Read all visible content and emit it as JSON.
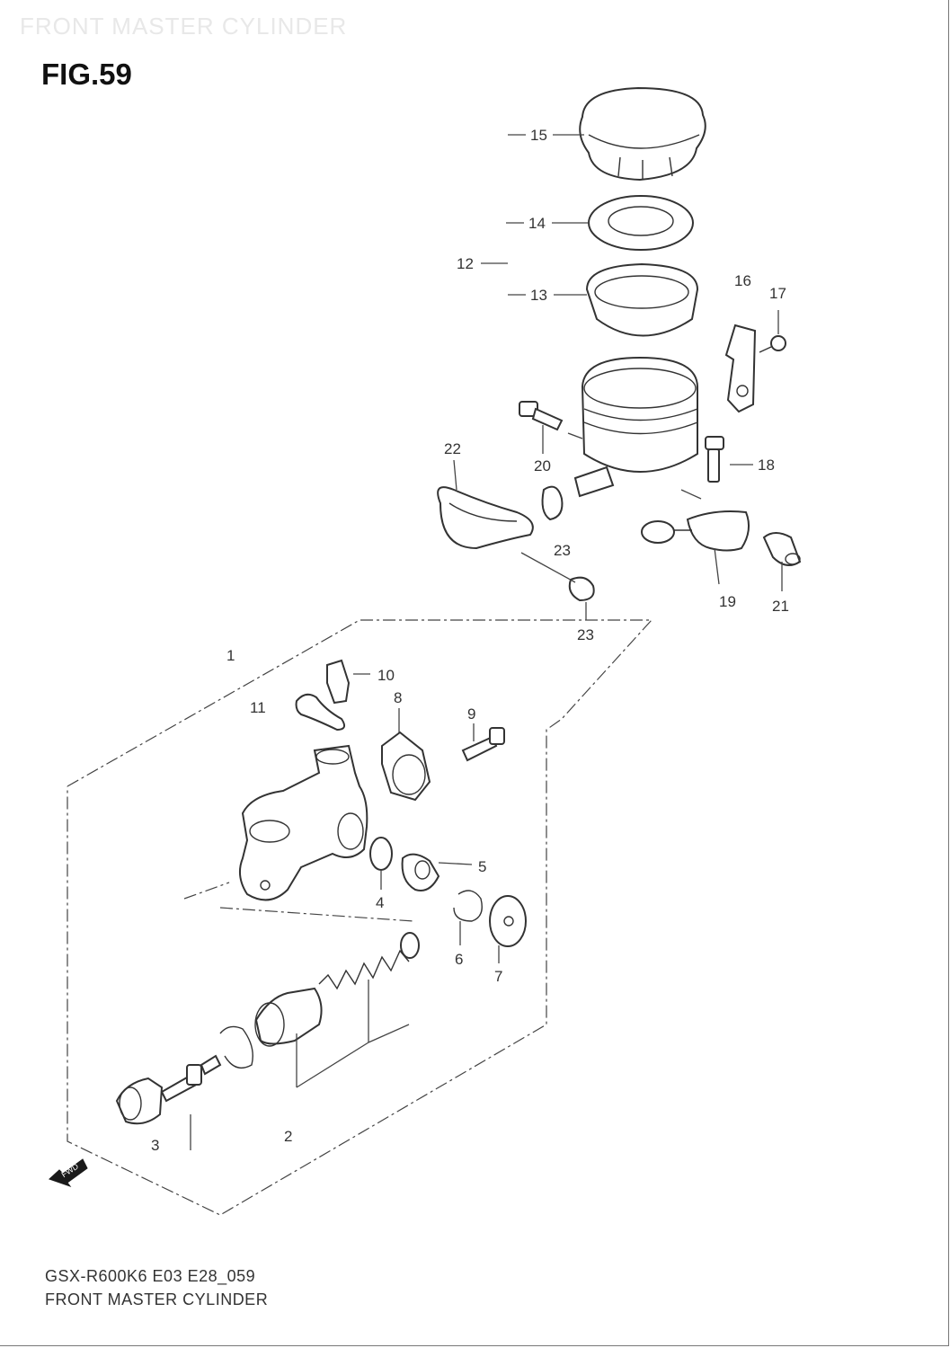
{
  "watermark": "FRONT MASTER CYLINDER",
  "figure_label": "FIG.59",
  "footer": {
    "model_code": "GSX-R600K6 E03 E28_059",
    "title": "FRONT MASTER CYLINDER"
  },
  "fwd_label": "FWD",
  "part_numbers": [
    "1",
    "2",
    "3",
    "4",
    "5",
    "6",
    "7",
    "8",
    "9",
    "10",
    "11",
    "12",
    "13",
    "14",
    "15",
    "16",
    "17",
    "18",
    "19",
    "20",
    "21",
    "22",
    "23",
    "23"
  ]
}
